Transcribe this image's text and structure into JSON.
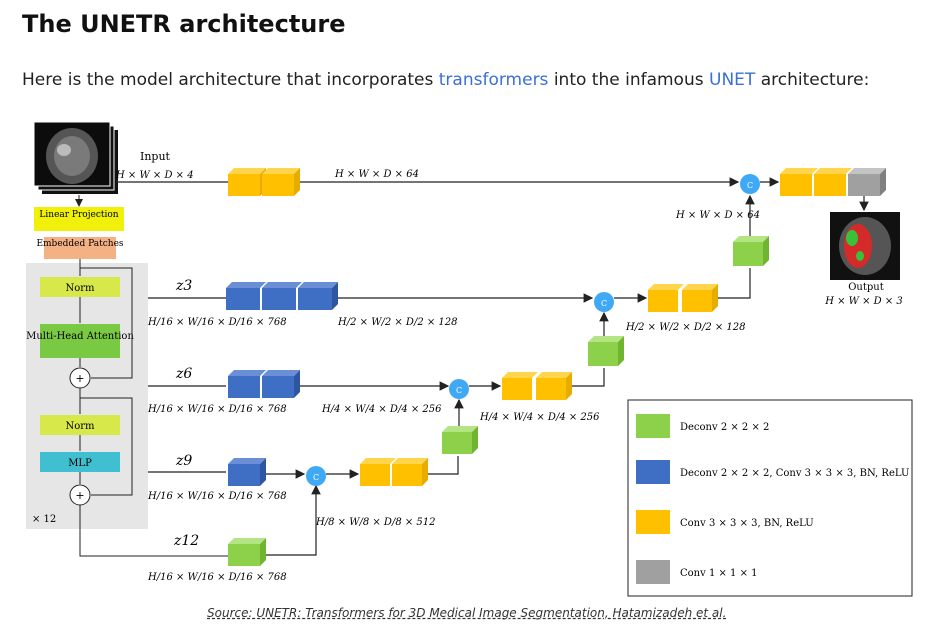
{
  "heading": "The UNETR architecture",
  "intro": {
    "before": "Here is the model architecture that incorporates ",
    "link1": "transformers",
    "middle": " into the infamous ",
    "link2": "UNET",
    "after": " architecture:"
  },
  "figure": {
    "input_label": "Input",
    "input_shape": "H × W × D × 4",
    "top_shape": "H × W × D × 64",
    "top_right_shape": "H × W × D × 64",
    "output_label": "Output",
    "output_shape": "H × W × D × 3",
    "linear_projection": "Linear Projection",
    "embedded_patches": "Embedded Patches",
    "norm1": "Norm",
    "mha": "Multi-Head Attention",
    "norm2": "Norm",
    "mlp": "MLP",
    "repeat": "× 12",
    "plus": "+",
    "concat": "C",
    "z3": "z3",
    "z6": "z6",
    "z9": "z9",
    "z12": "z12",
    "shape_768_a": "H/16 × W/16 × D/16 × 768",
    "shape_768_b": "H/16 × W/16 × D/16 × 768",
    "shape_768_c": "H/16 × W/16 × D/16 × 768",
    "shape_768_d": "H/16 × W/16 × D/16 × 768",
    "shape_128_a": "H/2 × W/2 × D/2 × 128",
    "shape_128_b": "H/2 × W/2 × D/2 × 128",
    "shape_256_a": "H/4 × W/4 × D/4 × 256",
    "shape_256_b": "H/4 × W/4 × D/4 × 256",
    "shape_512": "H/8 × W/8 × D/8 × 512",
    "legend": [
      {
        "color": "#8dd14a",
        "label": "Deconv 2 × 2 × 2"
      },
      {
        "color": "#3f6fc4",
        "label": "Deconv 2 × 2 × 2, Conv 3 × 3 × 3, BN, ReLU"
      },
      {
        "color": "#ffc000",
        "label": "Conv 3 × 3 × 3, BN, ReLU"
      },
      {
        "color": "#a0a0a0",
        "label": "Conv 1 × 1 × 1"
      }
    ]
  },
  "source": "Source: UNETR: Transformers for 3D Medical Image Segmentation, Hatamizadeh et al."
}
